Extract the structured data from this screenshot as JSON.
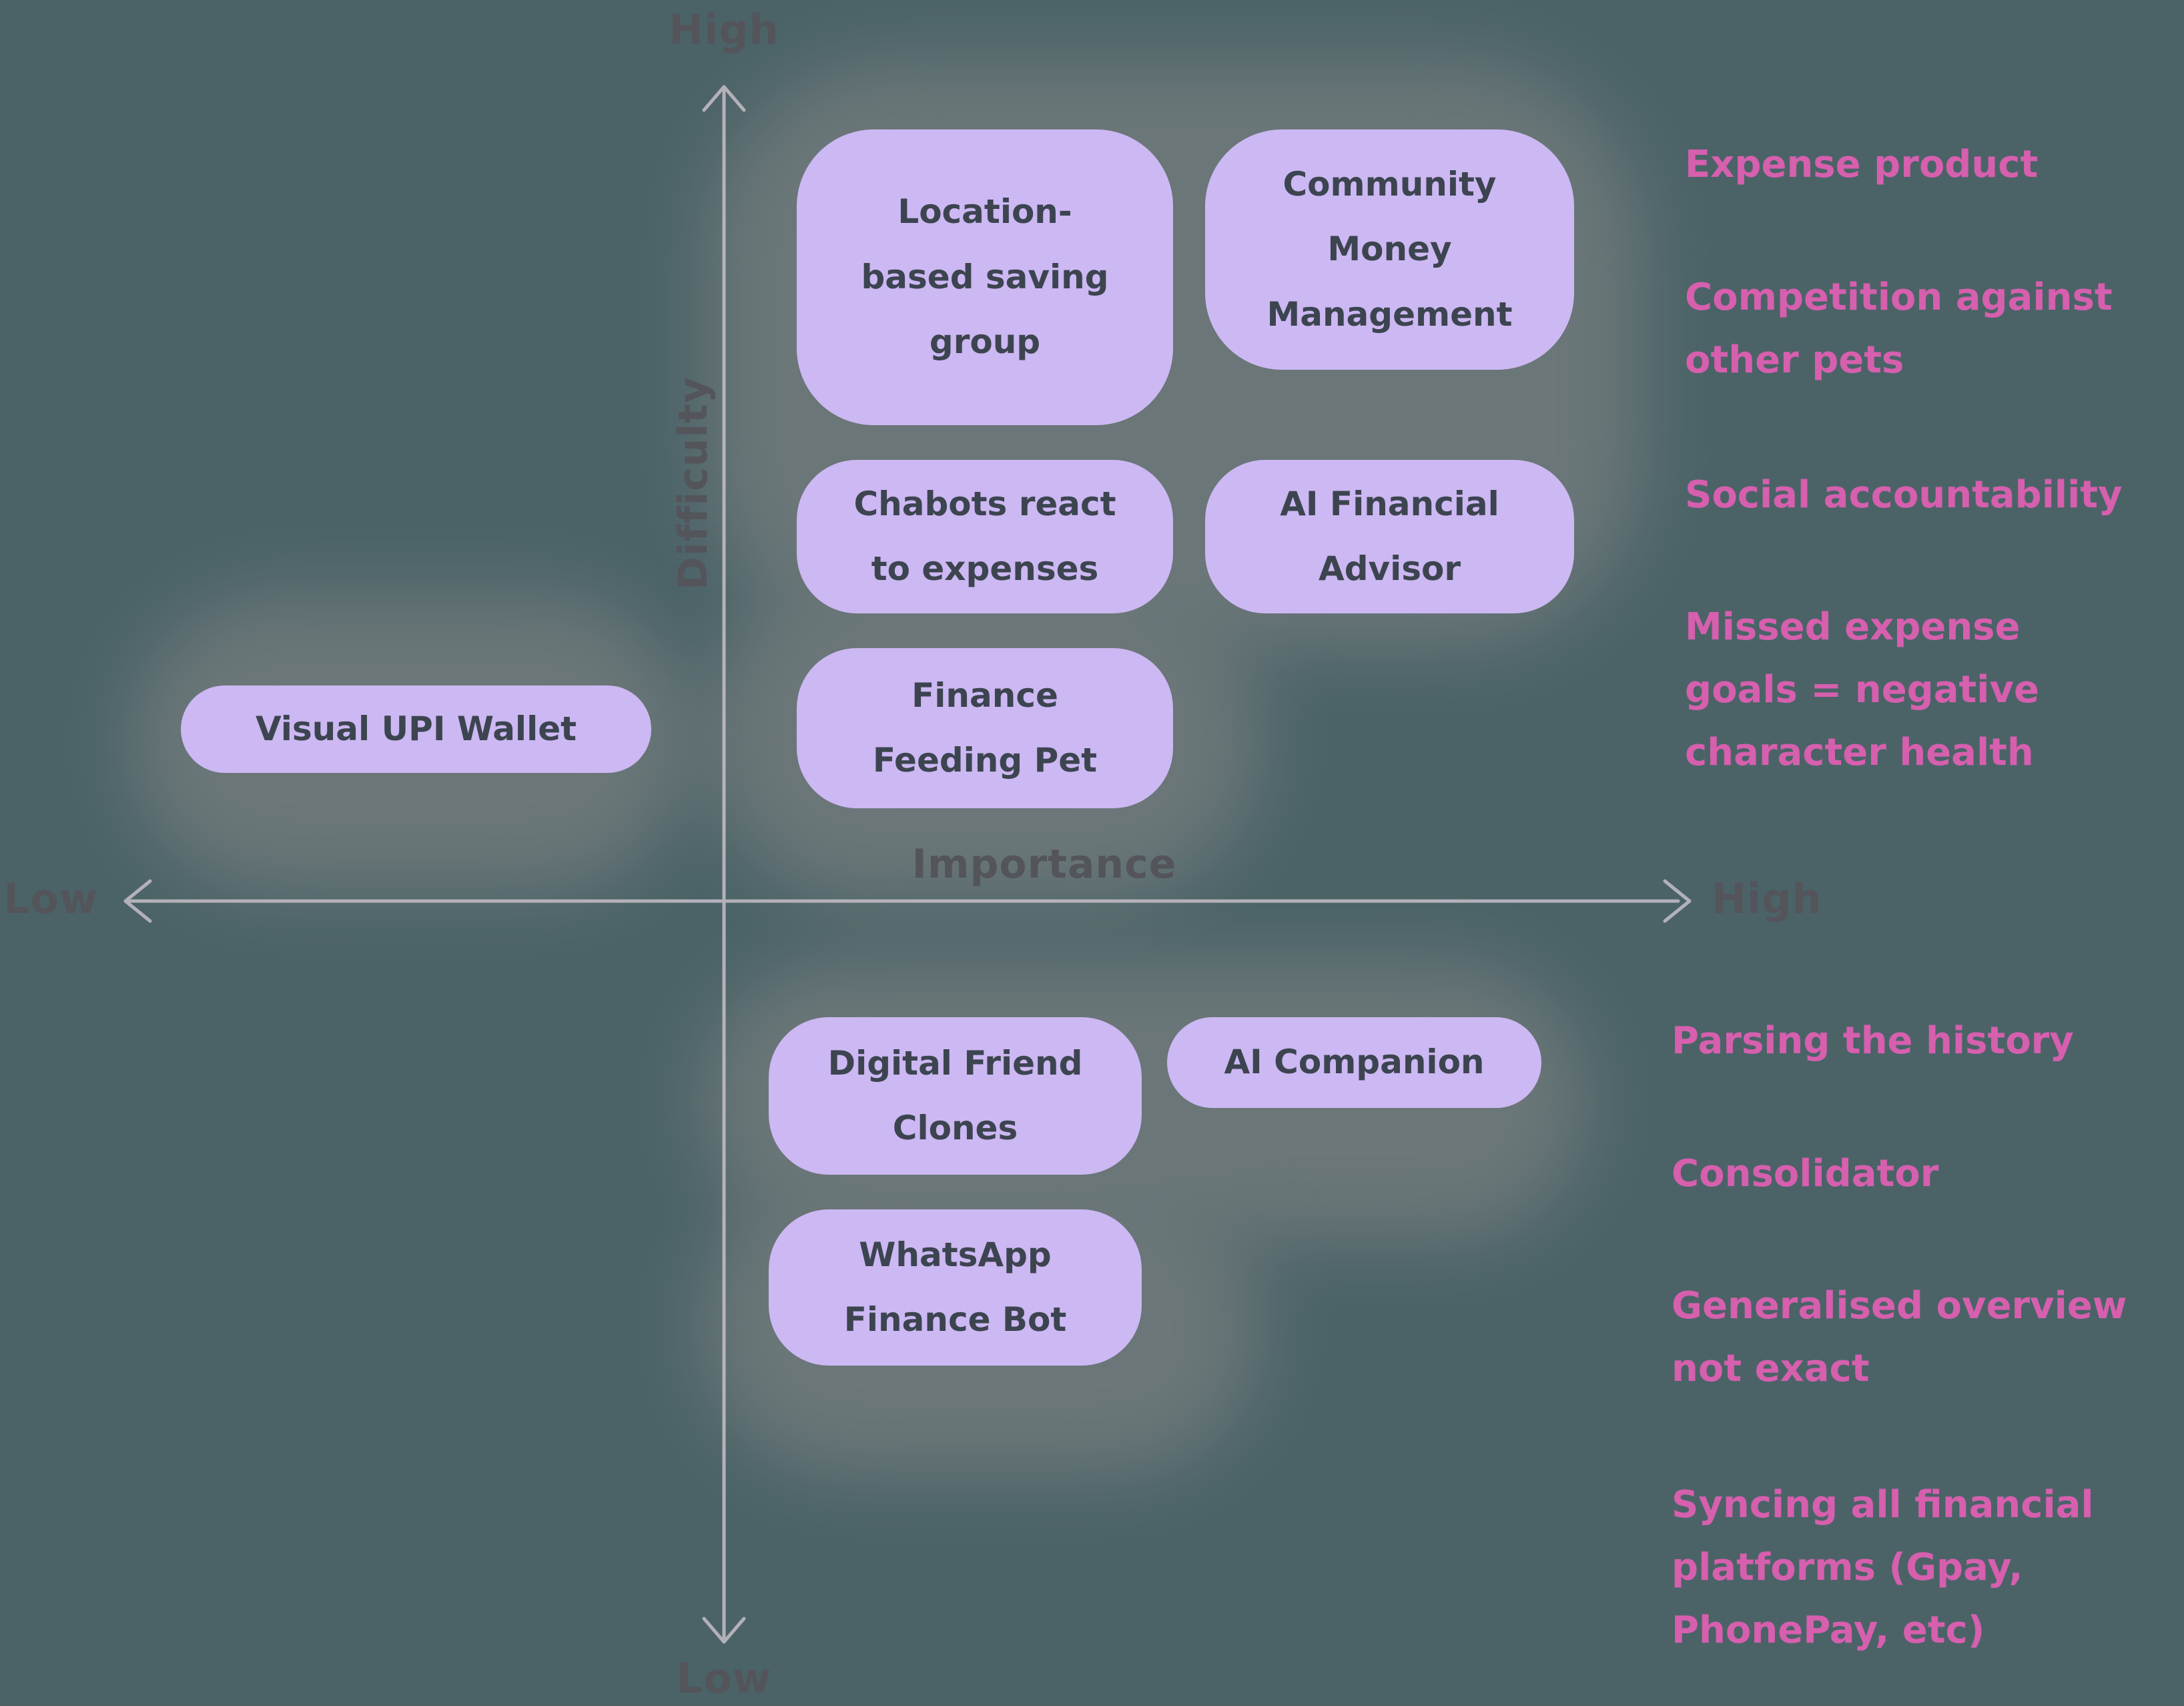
{
  "colors": {
    "background": "#4b6367",
    "card_fill": "#ccb8f2",
    "card_text": "#3c4450",
    "annotation_pink": "#d65fae",
    "axis_line": "#c6bfc7",
    "axis_label": "#53555b",
    "cluster_highlight": "#8a8a8a"
  },
  "axes": {
    "vertical_top": "High",
    "vertical_bottom": "Low",
    "vertical_name": "Difficulty",
    "horizontal_left": "Low",
    "horizontal_right": "High",
    "horizontal_name": "Importance"
  },
  "cards": [
    {
      "id": "location-based-saving-group",
      "label": "Location-\nbased saving\ngroup"
    },
    {
      "id": "community-money-management",
      "label": "Community\nMoney\nManagement"
    },
    {
      "id": "chatbots-react-to-expenses",
      "label": "Chabots react\nto expenses"
    },
    {
      "id": "ai-financial-advisor",
      "label": "AI Financial\nAdvisor"
    },
    {
      "id": "finance-feeding-pet",
      "label": "Finance\nFeeding Pet"
    },
    {
      "id": "visual-upi-wallet",
      "label": "Visual UPI Wallet"
    },
    {
      "id": "digital-friend-clones",
      "label": "Digital Friend\nClones"
    },
    {
      "id": "ai-companion",
      "label": "AI Companion"
    },
    {
      "id": "whatsapp-finance-bot",
      "label": "WhatsApp\nFinance Bot"
    }
  ],
  "annotations": [
    {
      "text": "Expense product"
    },
    {
      "text": "Competition against\nother pets"
    },
    {
      "text": "Social accountability"
    },
    {
      "text": "Missed expense\ngoals = negative\ncharacter health"
    },
    {
      "text": "Parsing the history"
    },
    {
      "text": "Consolidator"
    },
    {
      "text": "Generalised overview\nnot exact"
    },
    {
      "text": "Syncing all financial\nplatforms (Gpay,\nPhonePay, etc)"
    }
  ]
}
